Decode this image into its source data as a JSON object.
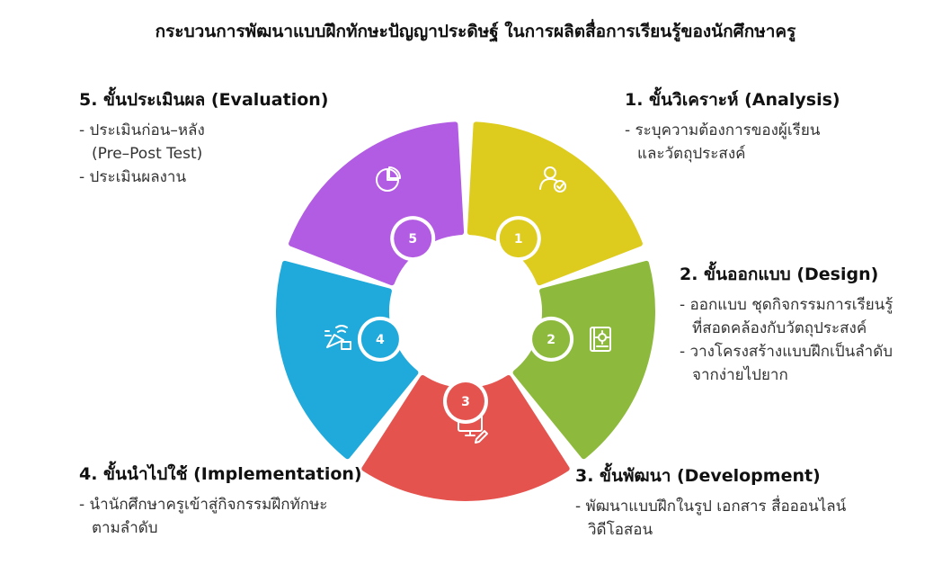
{
  "title": "กระบวนการพัฒนาแบบฝึกทักษะปัญญาประดิษฐ์ ในการผลิตสื่อการเรียนรู้ของนักศึกษาครู",
  "steps": [
    {
      "number": "1",
      "heading": "1. ขั้นวิเคราะห์ (Analysis)",
      "lines": [
        "- ระบุความต้องการของผู้เรียน",
        "และวัตถุประสงค์"
      ],
      "color": "#DDCB1E",
      "icon": "user-check-icon"
    },
    {
      "number": "2",
      "heading": "2. ขั้นออกแบบ (Design)",
      "lines": [
        "- ออกแบบ ชุดกิจกรรมการเรียนรู้",
        "ที่สอดคล้องกับวัตถุประสงค์",
        "- วางโครงสร้างแบบฝึกเป็นลำดับ",
        "จากง่ายไปยาก"
      ],
      "color": "#8DBA3C",
      "icon": "design-book-icon"
    },
    {
      "number": "3",
      "heading": "3. ขั้นพัฒนา (Development)",
      "lines": [
        "- พัฒนาแบบฝึกในรูป เอกสาร สื่อออนไลน์",
        "วิดีโอสอน"
      ],
      "color": "#E5534F",
      "icon": "monitor-edit-icon"
    },
    {
      "number": "4",
      "heading": "4. ขั้นนำไปใช้ (Implementation)",
      "lines": [
        "- นำนักศึกษาครูเข้าสู่กิจกรรมฝึกทักษะ",
        "ตามลำดับ"
      ],
      "color": "#1FAADB",
      "icon": "rocket-launch-icon"
    },
    {
      "number": "5",
      "heading": "5. ขั้นประเมินผล (Evaluation)",
      "lines": [
        "- ประเมินก่อน–หลัง",
        "(Pre–Post Test)",
        "- ประเมินผลงาน"
      ],
      "color": "#B25BE3",
      "icon": "pie-chart-icon"
    }
  ]
}
